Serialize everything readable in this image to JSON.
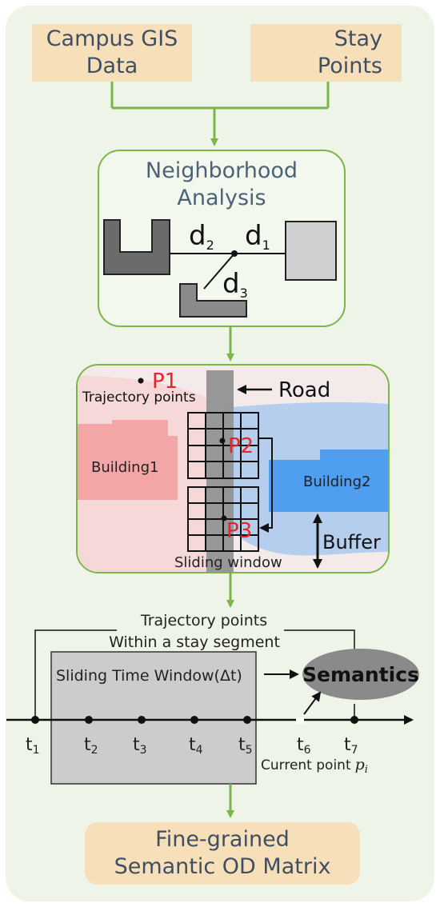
{
  "inputs": {
    "gis_line1": "Campus GIS",
    "gis_line2": "Data",
    "stay_line1": "Stay",
    "stay_line2": "Points"
  },
  "neighborhood": {
    "title_line1": "Neighborhood",
    "title_line2": "Analysis",
    "d1": "d",
    "d1_sub": "1",
    "d2": "d",
    "d2_sub": "2",
    "d3": "d",
    "d3_sub": "3"
  },
  "map": {
    "p1": "P1",
    "p2": "P2",
    "p3": "P3",
    "trajectory_points": "Trajectory points",
    "road": "Road",
    "building1": "Building1",
    "building2": "Building2",
    "buffer": "Buffer",
    "sliding_window": "Sliding window"
  },
  "timeline": {
    "traj_line1": "Trajectory points",
    "traj_line2": "Within a stay segment",
    "sliding_time_window": "Sliding Time Window(Δt)",
    "semantics": "Semantics",
    "ticks": [
      {
        "t": "t",
        "sub": "1"
      },
      {
        "t": "t",
        "sub": "2"
      },
      {
        "t": "t",
        "sub": "3"
      },
      {
        "t": "t",
        "sub": "4"
      },
      {
        "t": "t",
        "sub": "5"
      },
      {
        "t": "t",
        "sub": "6"
      },
      {
        "t": "t",
        "sub": "7"
      }
    ],
    "current_point": "Current point",
    "current_point_symbol": "p",
    "current_point_sub": "i"
  },
  "output": {
    "line1": "Fine-grained",
    "line2": "Semantic OD Matrix"
  },
  "colors": {
    "green": "#7ab648",
    "tan": "#f7dfb9",
    "text_blue": "#4e6277",
    "red_label": "#e8232a",
    "building1": "#f4a6a6",
    "building2": "#4f9ef0",
    "road": "#8c8c8c"
  }
}
